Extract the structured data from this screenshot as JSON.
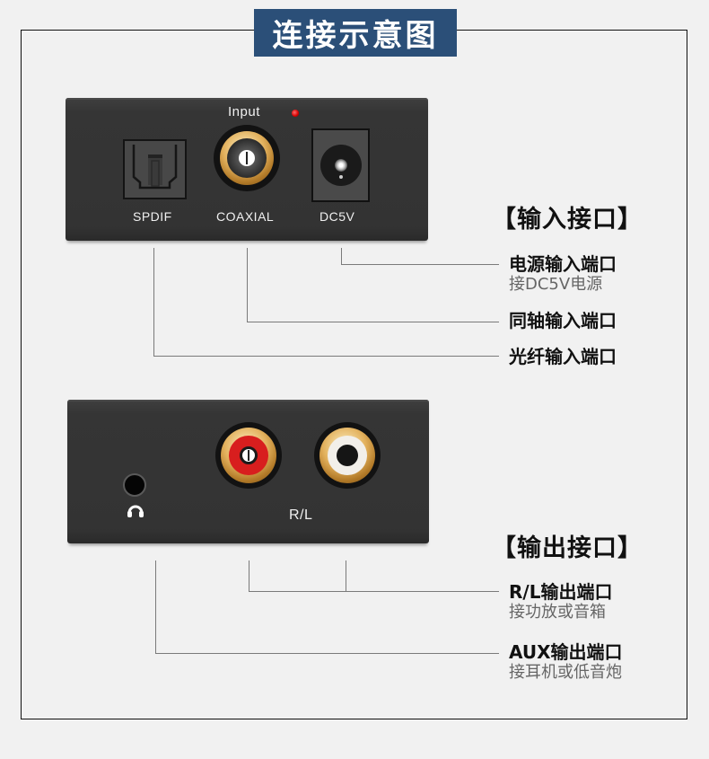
{
  "title": "连接示意图",
  "colors": {
    "title_bg": "#2b4f78",
    "panel": "#333333",
    "gold": "#e2b05c",
    "red_insert": "#d81e1e",
    "white_insert": "#f2efea",
    "led": "#d40000",
    "line": "#7a7a7a"
  },
  "input_panel": {
    "top_label": "Input",
    "ports": [
      {
        "name": "SPDIF",
        "label": "SPDIF",
        "icon": "optical-port"
      },
      {
        "name": "COAXIAL",
        "label": "COAXIAL",
        "icon": "rca-port"
      },
      {
        "name": "DC5V",
        "label": "DC5V",
        "icon": "dc-power-port"
      }
    ],
    "indicator": "red-led"
  },
  "input_section": {
    "heading": "【输入接口】",
    "callouts": [
      {
        "main": "电源输入端口",
        "sub": "接DC5V电源",
        "port": "DC5V"
      },
      {
        "main": "同轴输入端口",
        "sub": "",
        "port": "COAXIAL"
      },
      {
        "main": "光纤输入端口",
        "sub": "",
        "port": "SPDIF"
      }
    ]
  },
  "output_panel": {
    "ports": [
      {
        "name": "AUX",
        "label": "",
        "icon": "headphone-icon"
      },
      {
        "name": "R",
        "label": "",
        "icon": "rca-red"
      },
      {
        "name": "L",
        "label": "",
        "icon": "rca-white"
      }
    ],
    "rl_label": "R/L"
  },
  "output_section": {
    "heading": "【输出接口】",
    "callouts": [
      {
        "main": "R/L输出端口",
        "sub": "接功放或音箱",
        "port": "R/L"
      },
      {
        "main": "AUX输出端口",
        "sub": "接耳机或低音炮",
        "port": "AUX"
      }
    ]
  }
}
